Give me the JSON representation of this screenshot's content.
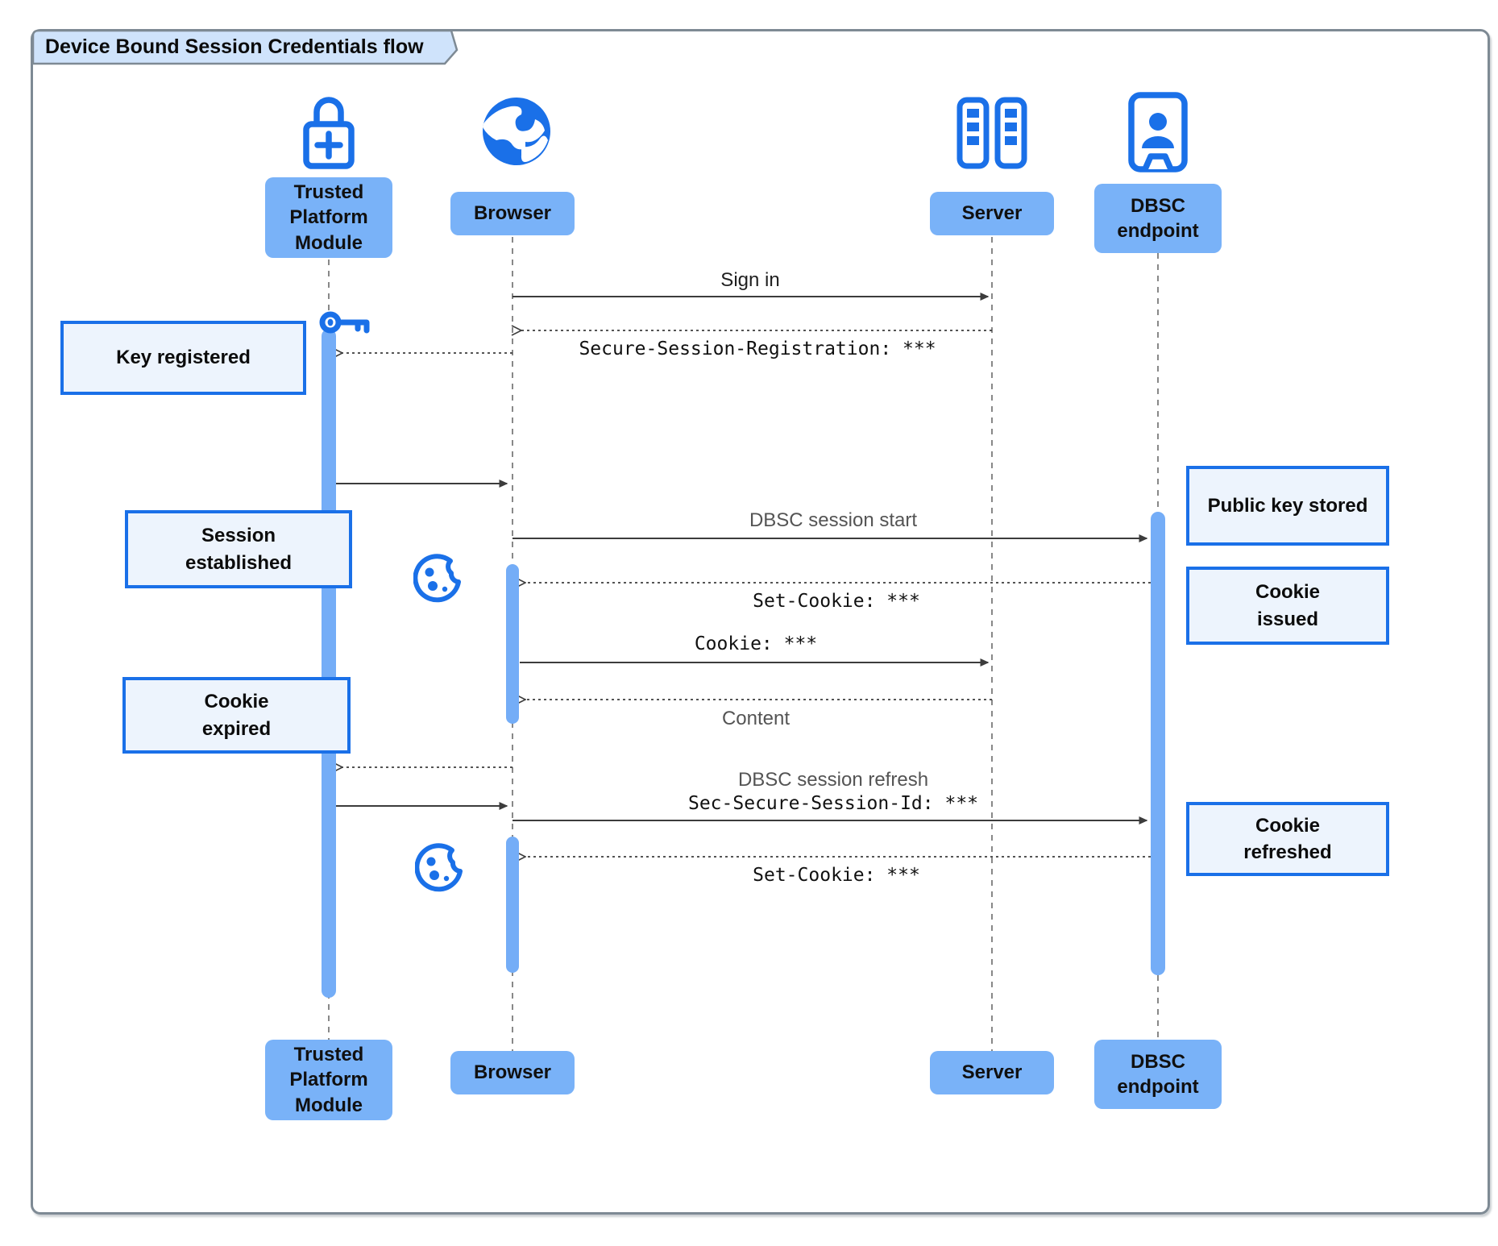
{
  "title": "Device Bound Session Credentials flow",
  "actors": {
    "tpm": {
      "name": "Trusted Platform Module",
      "label_lines": [
        "Trusted",
        "Platform",
        "Module"
      ],
      "icon": "lock-plus"
    },
    "browser": {
      "name": "Browser",
      "label_lines": [
        "Browser"
      ],
      "icon": "globe"
    },
    "server": {
      "name": "Server",
      "label_lines": [
        "Server"
      ],
      "icon": "server-racks"
    },
    "dbsc": {
      "name": "DBSC endpoint",
      "label_lines": [
        "DBSC",
        "endpoint"
      ],
      "icon": "id-badge"
    }
  },
  "messages": {
    "sign_in": {
      "label": "Sign in",
      "from": "Browser",
      "to": "Server",
      "style": "solid"
    },
    "secure_session_registration": {
      "label": "Secure-Session-Registration: ***",
      "from": "Server",
      "to": "Browser",
      "style": "dotted"
    },
    "key_handoff": {
      "label": "",
      "from": "Browser",
      "to": "Trusted Platform Module",
      "style": "dotted"
    },
    "key_return": {
      "label": "",
      "from": "Trusted Platform Module",
      "to": "Browser",
      "style": "solid"
    },
    "dbsc_session_start": {
      "label": "DBSC session start",
      "from": "Browser",
      "to": "DBSC endpoint",
      "style": "solid"
    },
    "set_cookie_1": {
      "label": "Set-Cookie: ***",
      "from": "DBSC endpoint",
      "to": "Browser",
      "style": "dotted"
    },
    "cookie": {
      "label": "Cookie: ***",
      "from": "Browser",
      "to": "Server",
      "style": "solid"
    },
    "content": {
      "label": "Content",
      "from": "Server",
      "to": "Browser",
      "style": "dotted"
    },
    "refresh_handoff": {
      "label": "",
      "from": "Browser",
      "to": "Trusted Platform Module",
      "style": "dotted"
    },
    "refresh_return": {
      "label": "",
      "from": "Trusted Platform Module",
      "to": "Browser",
      "style": "solid"
    },
    "dbsc_session_refresh": {
      "label": "DBSC session refresh",
      "label2": "Sec-Secure-Session-Id: ***",
      "from": "Browser",
      "to": "DBSC endpoint",
      "style": "solid"
    },
    "set_cookie_2": {
      "label": "Set-Cookie: ***",
      "from": "DBSC endpoint",
      "to": "Browser",
      "style": "dotted"
    }
  },
  "notes": {
    "key_registered": {
      "text": [
        "Key registered"
      ],
      "side": "left"
    },
    "session_established": {
      "text": [
        "Session",
        "established"
      ],
      "side": "left"
    },
    "cookie_expired": {
      "text": [
        "Cookie",
        "expired"
      ],
      "side": "left"
    },
    "public_key_stored": {
      "text": [
        "Public key stored"
      ],
      "side": "right"
    },
    "cookie_issued": {
      "text": [
        "Cookie",
        "issued"
      ],
      "side": "right"
    },
    "cookie_refreshed": {
      "text": [
        "Cookie",
        "refreshed"
      ],
      "side": "right"
    }
  },
  "icons": {
    "key": "key-icon",
    "cookie_top": "cookie-icon",
    "cookie_bottom": "cookie-icon"
  },
  "colors": {
    "accent_blue": "#1a70e8",
    "actor_fill": "#79b2f8",
    "activation_fill": "#74adf7",
    "note_fill": "#edf4fd",
    "note_border": "#1a70e8",
    "title_tab_fill": "#cfe3fb",
    "frame_border": "#7e8a94",
    "arrow_color": "#3c3c3c"
  }
}
